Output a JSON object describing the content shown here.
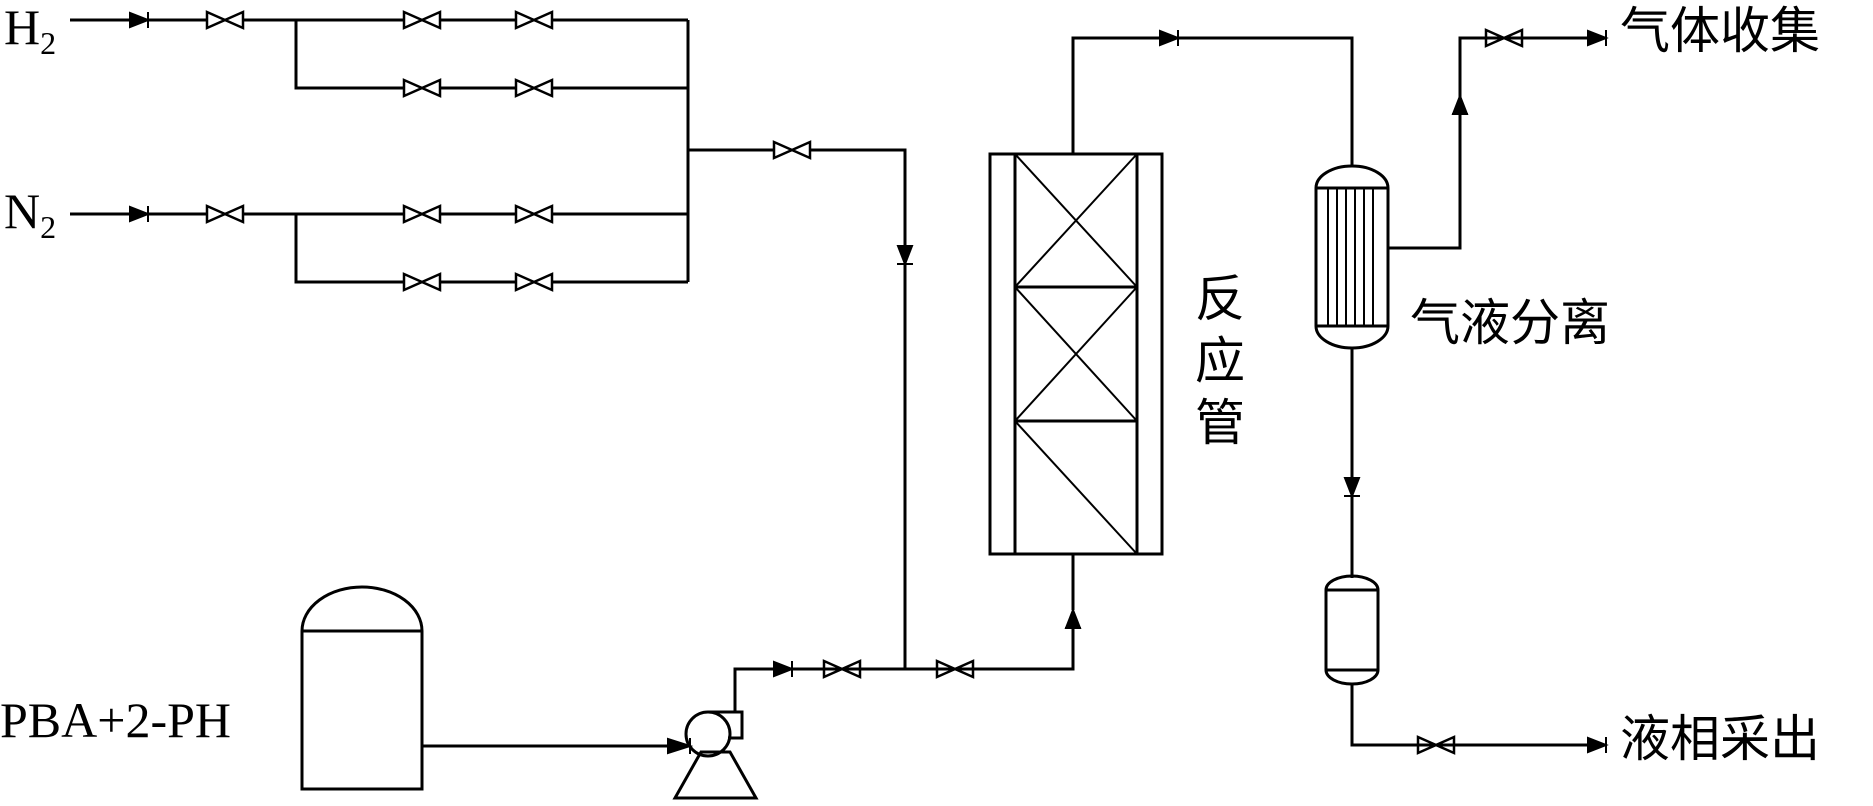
{
  "labels": {
    "h2": {
      "main": "H",
      "sub": "2"
    },
    "n2": {
      "main": "N",
      "sub": "2"
    },
    "feed": "PBA+2-PH",
    "reactor": [
      "反",
      "应",
      "管"
    ],
    "separator": "气液分离",
    "gas_out": "气体收集",
    "liquid_out": "液相采出"
  }
}
